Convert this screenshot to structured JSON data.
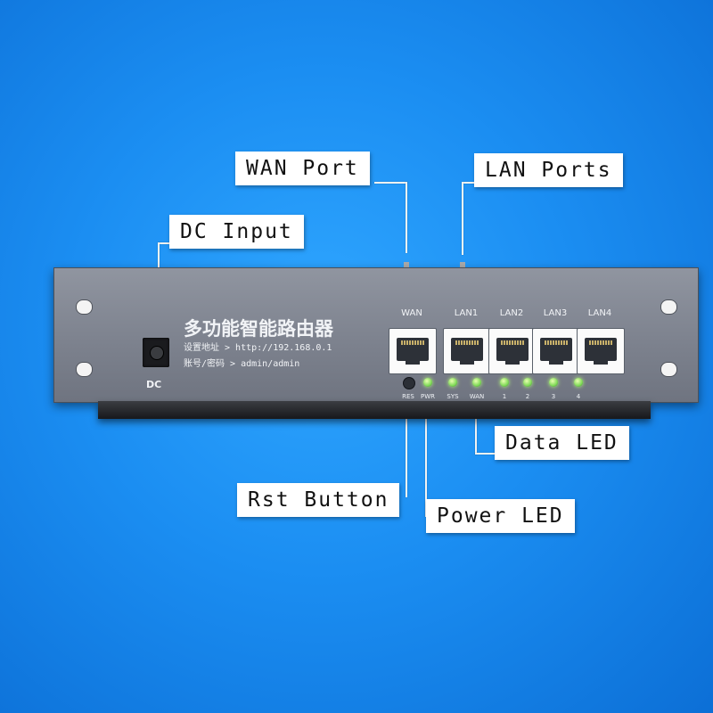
{
  "callouts": {
    "wan_port": "WAN Port",
    "lan_ports": "LAN Ports",
    "dc_input": "DC Input",
    "data_led": "Data LED",
    "rst_button": "Rst Button",
    "power_led": "Power LED"
  },
  "device": {
    "title_cn": "多功能智能路由器",
    "setup_address": "设置地址 > http://192.168.0.1",
    "account_password": "账号/密码 > admin/admin",
    "dc_label": "DC",
    "ports": [
      "WAN",
      "LAN1",
      "LAN2",
      "LAN3",
      "LAN4"
    ],
    "indicator_labels": [
      "RES",
      "PWR",
      "SYS",
      "WAN",
      "1",
      "2",
      "3",
      "4"
    ]
  },
  "colors": {
    "background": "#1b8ef2",
    "panel": "#7d828e",
    "led": "#7ed957",
    "callout": "#ffffff"
  }
}
